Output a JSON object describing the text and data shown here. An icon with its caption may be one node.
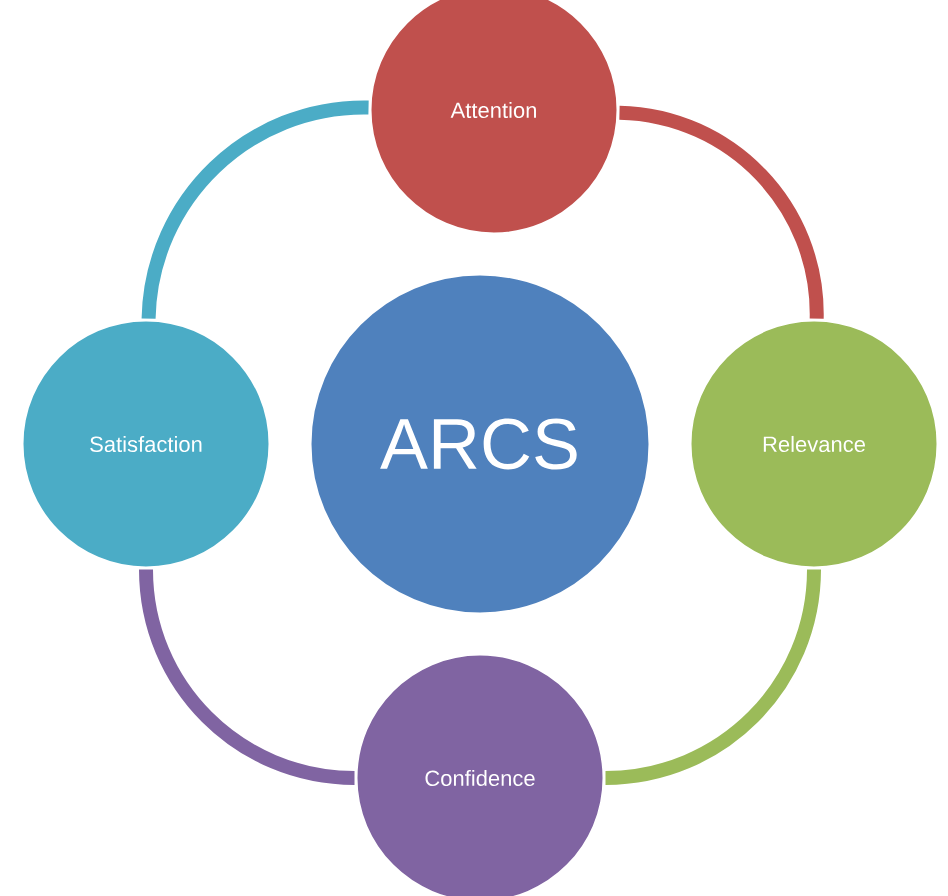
{
  "diagram": {
    "nodes": [
      {
        "text": [
          "ARCS"
        ]
      },
      {
        "text": [
          "Attention"
        ]
      },
      {
        "text": [
          "Relevance"
        ]
      },
      {
        "text": [
          "Confidence"
        ]
      },
      {
        "text": [
          "Satisfaction"
        ]
      }
    ],
    "edges": [
      {
        "from": 1,
        "to": 2,
        "arrow": "none",
        "color": "#c0504d"
      },
      {
        "from": 2,
        "to": 3,
        "arrow": "none",
        "color": "#9bbb59"
      },
      {
        "from": 3,
        "to": 4,
        "arrow": "none",
        "color": "#8064a2"
      },
      {
        "from": 4,
        "to": 1,
        "arrow": "none",
        "color": "#4bacc6"
      }
    ]
  }
}
